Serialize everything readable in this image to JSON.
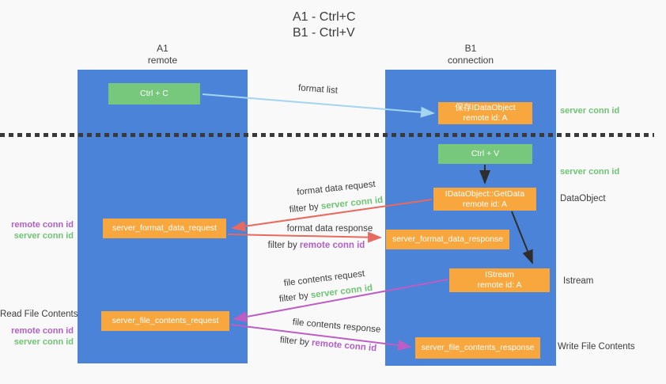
{
  "colors": {
    "background": "#f9f9f9",
    "lane_blue": "#4a83d8",
    "node_green": "#77c77d",
    "node_orange": "#f8a73f",
    "arrow_red": "#e86a5e",
    "arrow_purple": "#bc5ec3",
    "arrow_blue": "#a3d4f0",
    "arrow_black": "#2e2e2e",
    "text_green": "#6fc374",
    "text_purple": "#b05fc6",
    "text_dark": "#3c3c3c"
  },
  "title": {
    "line1": "A1 - Ctrl+C",
    "line2": "B1 - Ctrl+V"
  },
  "lanes": {
    "a1": {
      "name": "A1",
      "subtitle": "remote"
    },
    "b1": {
      "name": "B1",
      "subtitle": "connection"
    }
  },
  "nodes": {
    "ctrl_c": {
      "label": "Ctrl + C"
    },
    "save_dataobject": {
      "line1": "保存IDataObject",
      "line2": "remote id: A"
    },
    "ctrl_v": {
      "label": "Ctrl + V"
    },
    "getdata": {
      "line1": "IDataObject::GetData",
      "line2": "remote id: A"
    },
    "format_request": {
      "label": "server_format_data_request"
    },
    "format_response": {
      "label": "server_format_data_response"
    },
    "istream": {
      "line1": "IStream",
      "line2": "remote id: A"
    },
    "file_request": {
      "label": "server_file_contents_request"
    },
    "file_response": {
      "label": "server_file_contents_response"
    }
  },
  "edge_labels": {
    "format_list": "format list",
    "format_data_request": "format data request",
    "format_data_response": "format data response",
    "file_contents_request": "file contents request",
    "file_contents_response": "file contents response",
    "filter_by": "filter by ",
    "server_conn_id": "server conn id",
    "remote_conn_id": "remote conn id"
  },
  "side_labels": {
    "left_remote_conn_id": "remote conn id",
    "left_server_conn_id": "server conn id",
    "read_file_contents": "Read File Contents",
    "right_server_conn_id": "server conn id",
    "dataobject": "DataObject",
    "istream": "Istream",
    "write_file_contents": "Write File Contents"
  }
}
